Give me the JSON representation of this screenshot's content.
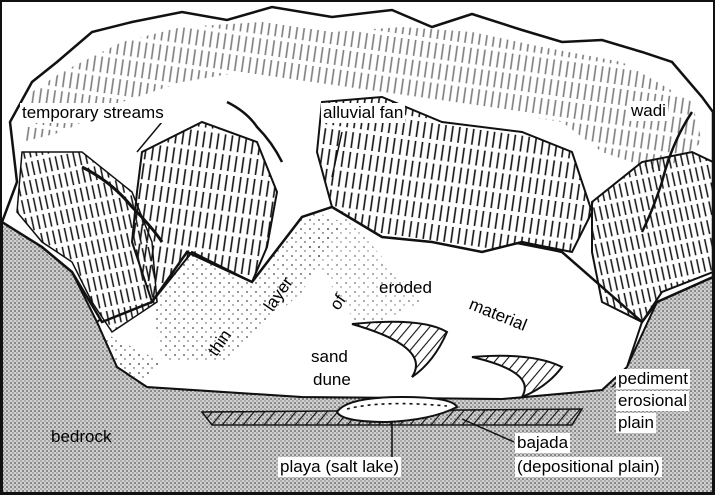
{
  "labels": {
    "temporary_streams": "temporary streams",
    "alluvial_fan": "alluvial fan",
    "wadi": "wadi",
    "thin": "thin",
    "layer": "layer",
    "of": "of",
    "eroded": "eroded",
    "material": "material",
    "sand": "sand",
    "dune": "dune",
    "pediment": "pediment",
    "erosional": "erosional",
    "plain": "plain",
    "bedrock": "bedrock",
    "playa": "playa (salt lake)",
    "bajada": "bajada",
    "depositional_plain": "(depositional plain)"
  },
  "colors": {
    "line": "#111111",
    "bedrock_stipple": "#9a9a9a",
    "background": "#ffffff"
  }
}
